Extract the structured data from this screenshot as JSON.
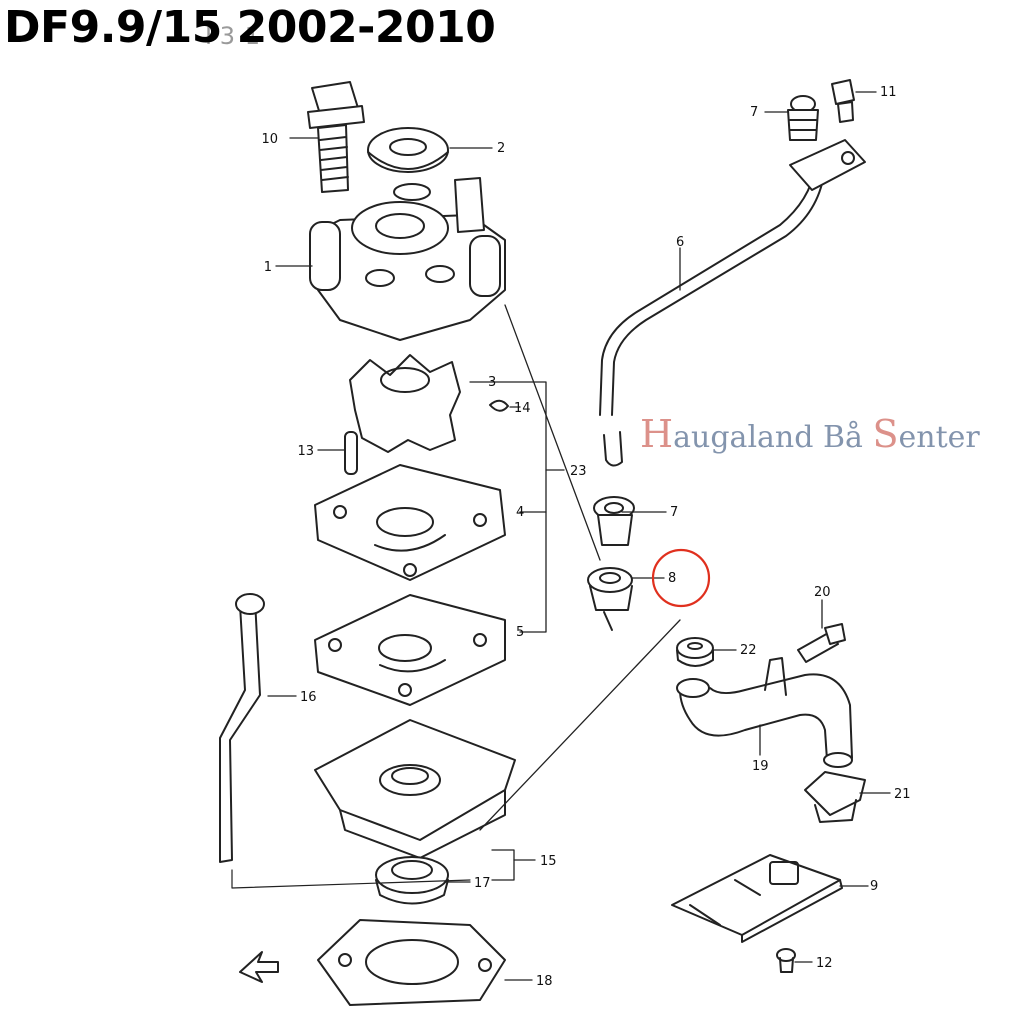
{
  "title": "DF9.9/15 2002-2010",
  "figure_label": "F3 1",
  "watermark": {
    "first_initial": "H",
    "first_rest": "augaland",
    "second": "Bå",
    "third_initial": "S",
    "third_rest": "enter"
  },
  "highlight_color": "#e0301e",
  "callouts": {
    "p1": "1",
    "p2": "2",
    "p3": "3",
    "p4": "4",
    "p5": "5",
    "p6": "6",
    "p7a": "7",
    "p7b": "7",
    "p8": "8",
    "p9": "9",
    "p10": "10",
    "p11": "11",
    "p12": "12",
    "p13": "13",
    "p14": "14",
    "p15": "15",
    "p16": "16",
    "p17": "17",
    "p18": "18",
    "p19": "19",
    "p20": "20",
    "p21": "21",
    "p22": "22",
    "p23": "23"
  }
}
